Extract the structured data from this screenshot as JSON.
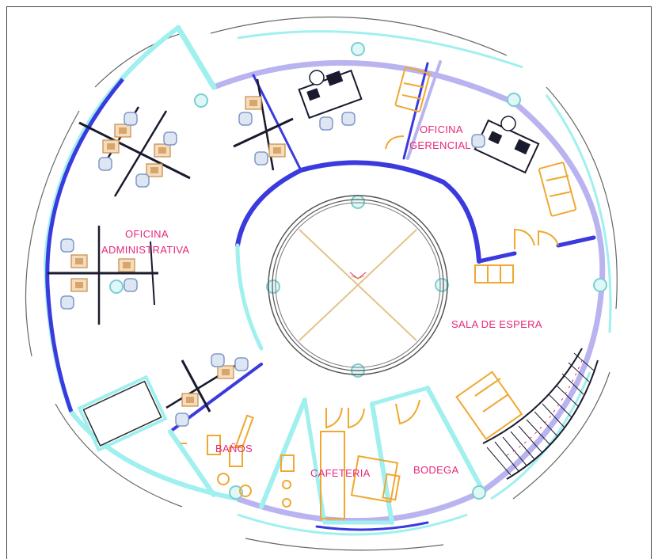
{
  "labels": {
    "oficina_gerencial_line1": "OFICINA",
    "oficina_gerencial_line2": "GERENCIAL",
    "oficina_admin_line1": "OFICINA",
    "oficina_admin_line2": "ADMINISTRATIVA",
    "sala_espera": "SALA DE ESPERA",
    "banos": "BAÑOS",
    "cafeteria": "CAFETERIA",
    "bodega": "BODEGA"
  },
  "colors": {
    "wall_blue": "#3a3adf",
    "wall_cyan": "#9ff0ef",
    "wall_lavender": "#b9b3f0",
    "furniture_orange": "#f0a830",
    "desk_dark": "#1a1a2e",
    "chair_blue": "#7f99c8",
    "label_pink": "#e8287a",
    "dim_gray": "#555555"
  }
}
